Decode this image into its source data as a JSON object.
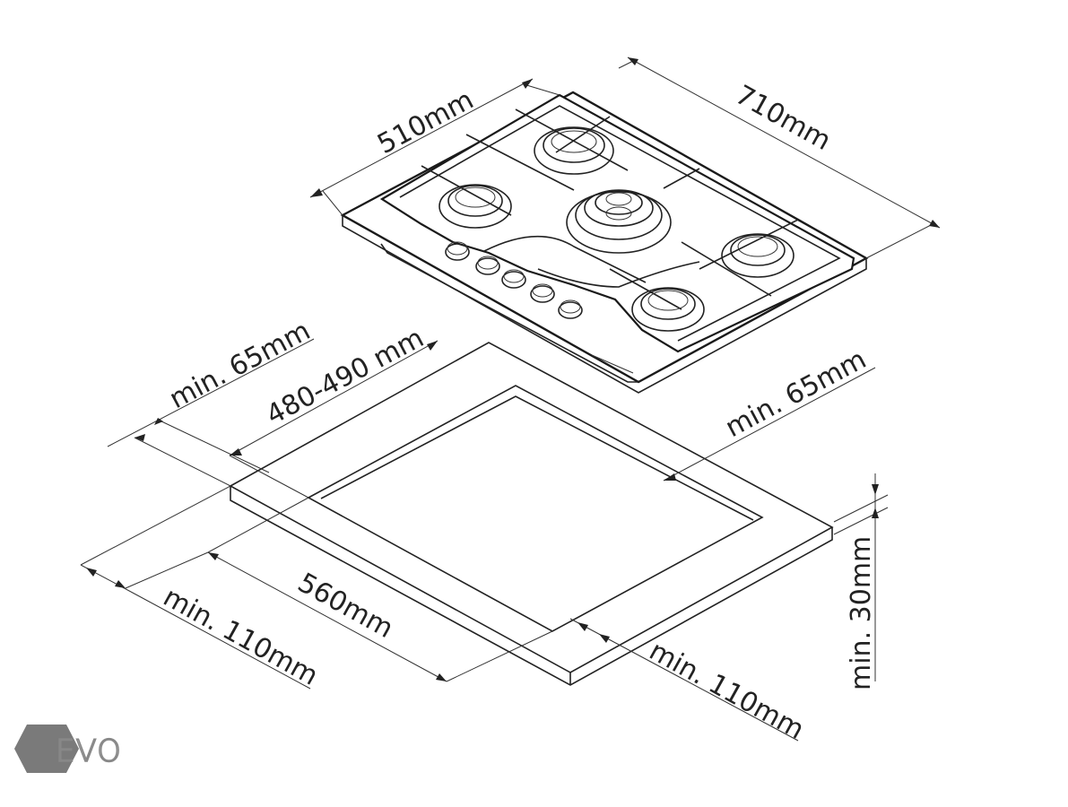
{
  "diagram": {
    "dimensions": {
      "hob_depth": "510mm",
      "hob_width": "710mm",
      "cutout_depth": "480-490 mm",
      "cutout_width": "560mm",
      "clearance_back": "min. 65mm",
      "clearance_right": "min. 65mm",
      "clearance_front_left": "min. 110mm",
      "clearance_front_right": "min. 110mm",
      "worktop_thickness": "min. 30mm"
    },
    "logo": {
      "text": "EVO",
      "color": "#7a7a7a"
    },
    "colors": {
      "line": "#222222",
      "background": "#ffffff"
    }
  }
}
